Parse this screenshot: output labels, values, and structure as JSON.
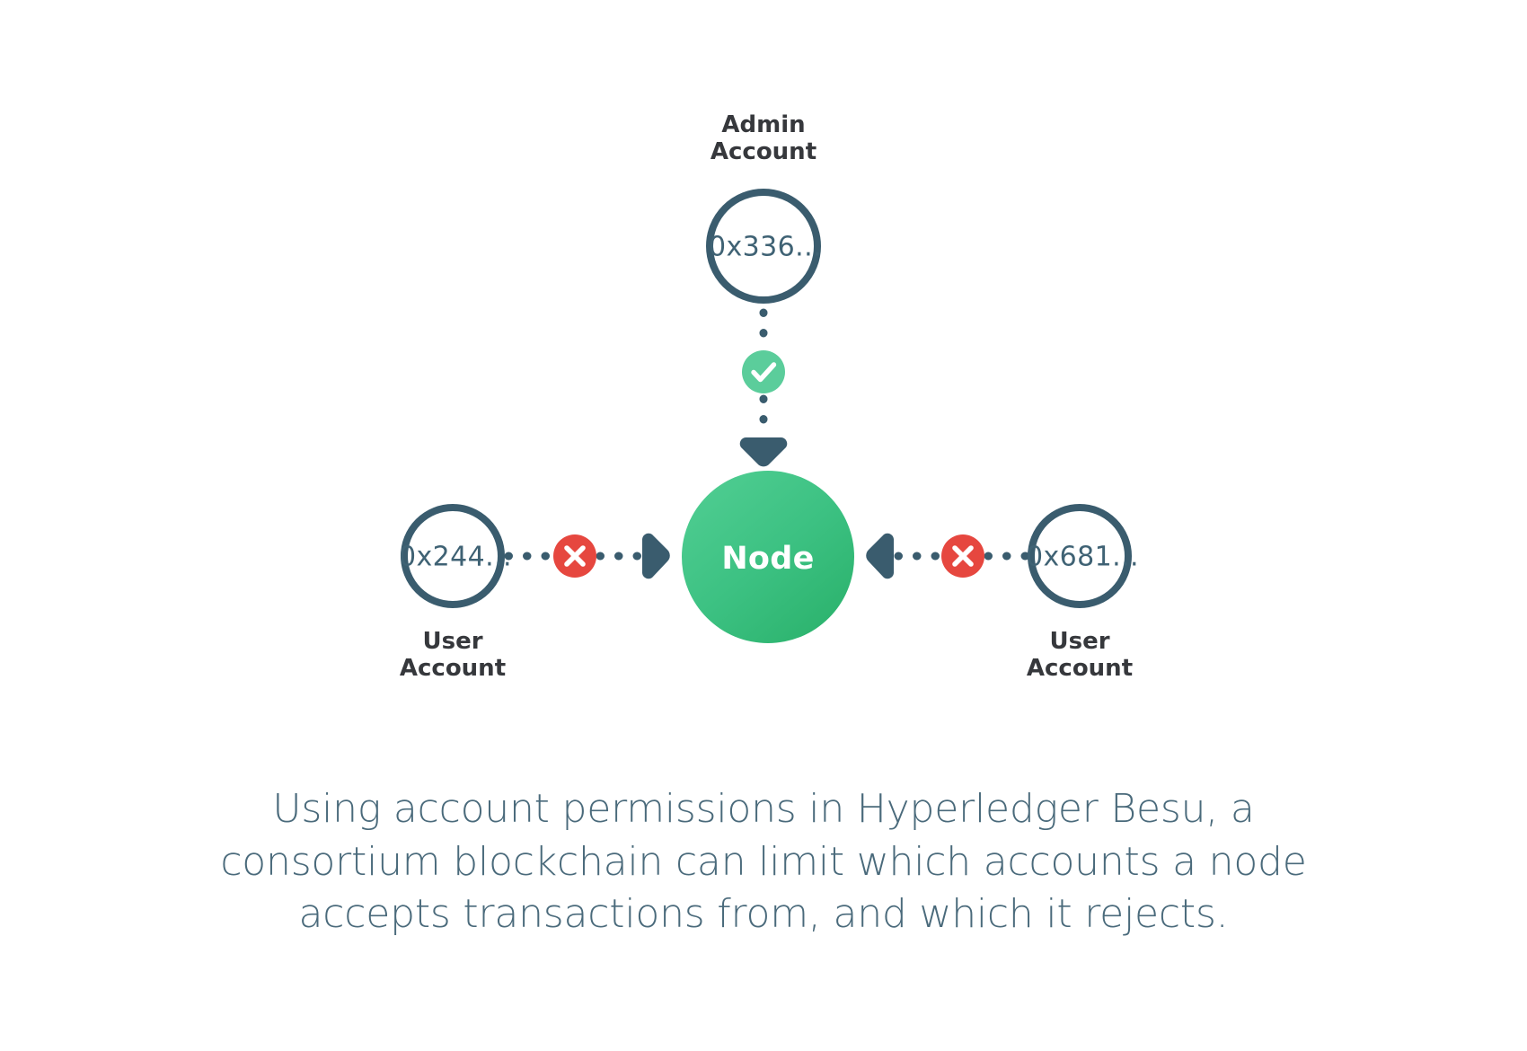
{
  "diagram": {
    "title": "Account permissions in Hyperledger Besu",
    "colors": {
      "outline": "#3a5c6e",
      "address_text": "#3f6274",
      "role_text": "#36383c",
      "node_green_light": "#4ecb92",
      "node_green_dark": "#2eb26d",
      "check_badge_green": "#5bcd9b",
      "deny_badge_red": "#e6473f",
      "dot_connector": "#3a5c6e",
      "caption_text": "#4a6a7b",
      "background": "#ffffff"
    },
    "nodes": [
      {
        "id": "admin-account",
        "role_label": "Admin\nAccount",
        "role_position": "above",
        "address": "0x336...",
        "shape": "outlined-circle"
      },
      {
        "id": "user-account-left",
        "role_label": "User\nAccount",
        "role_position": "below",
        "address": "0x244...",
        "shape": "outlined-circle"
      },
      {
        "id": "node",
        "role_label": "",
        "address": "Node",
        "shape": "filled-circle"
      },
      {
        "id": "user-account-right",
        "role_label": "User\nAccount",
        "role_position": "below",
        "address": "0x681...",
        "shape": "outlined-circle"
      }
    ],
    "connections": [
      {
        "id": "admin-to-node",
        "from": "admin-account",
        "to": "node",
        "style": "dotted",
        "badge": "check",
        "badge_meaning": "permitted",
        "direction": "down"
      },
      {
        "id": "left-user-to-node",
        "from": "user-account-left",
        "to": "node",
        "style": "dotted",
        "badge": "cross",
        "badge_meaning": "rejected",
        "direction": "right"
      },
      {
        "id": "right-user-to-node",
        "from": "user-account-right",
        "to": "node",
        "style": "dotted",
        "badge": "cross",
        "badge_meaning": "rejected",
        "direction": "left"
      }
    ],
    "badges": {
      "check_glyph": "check-mark",
      "cross_glyph": "x-mark"
    }
  },
  "caption": {
    "line1": "Using account permissions in Hyperledger Besu, a",
    "line2": "consortium blockchain can limit which accounts a node",
    "line3": "accepts transactions from, and which it rejects."
  }
}
